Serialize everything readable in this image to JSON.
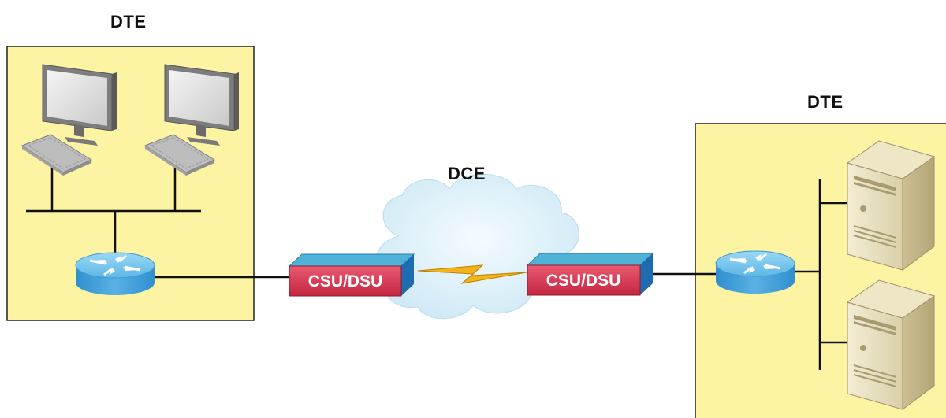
{
  "labels": {
    "dte_left": "DTE",
    "dte_right": "DTE",
    "dce": "DCE"
  },
  "devices": {
    "csu_left": "CSU/DSU",
    "csu_right": "CSU/DSU"
  },
  "colors": {
    "zone_fill": "#fcf3a3",
    "cloud_fill": "#d8eef8",
    "csu_front": "#d8364f",
    "csu_top": "#4fb2d8",
    "csu_side": "#1e6bb0",
    "lightning": "#f3b41a",
    "router_top": "#6fc2ec",
    "router_side": "#3f9fd6"
  },
  "icons": [
    "workstation-icon",
    "keyboard-icon",
    "router-icon",
    "server-tower-icon",
    "lightning-bolt-icon",
    "cloud-icon"
  ]
}
